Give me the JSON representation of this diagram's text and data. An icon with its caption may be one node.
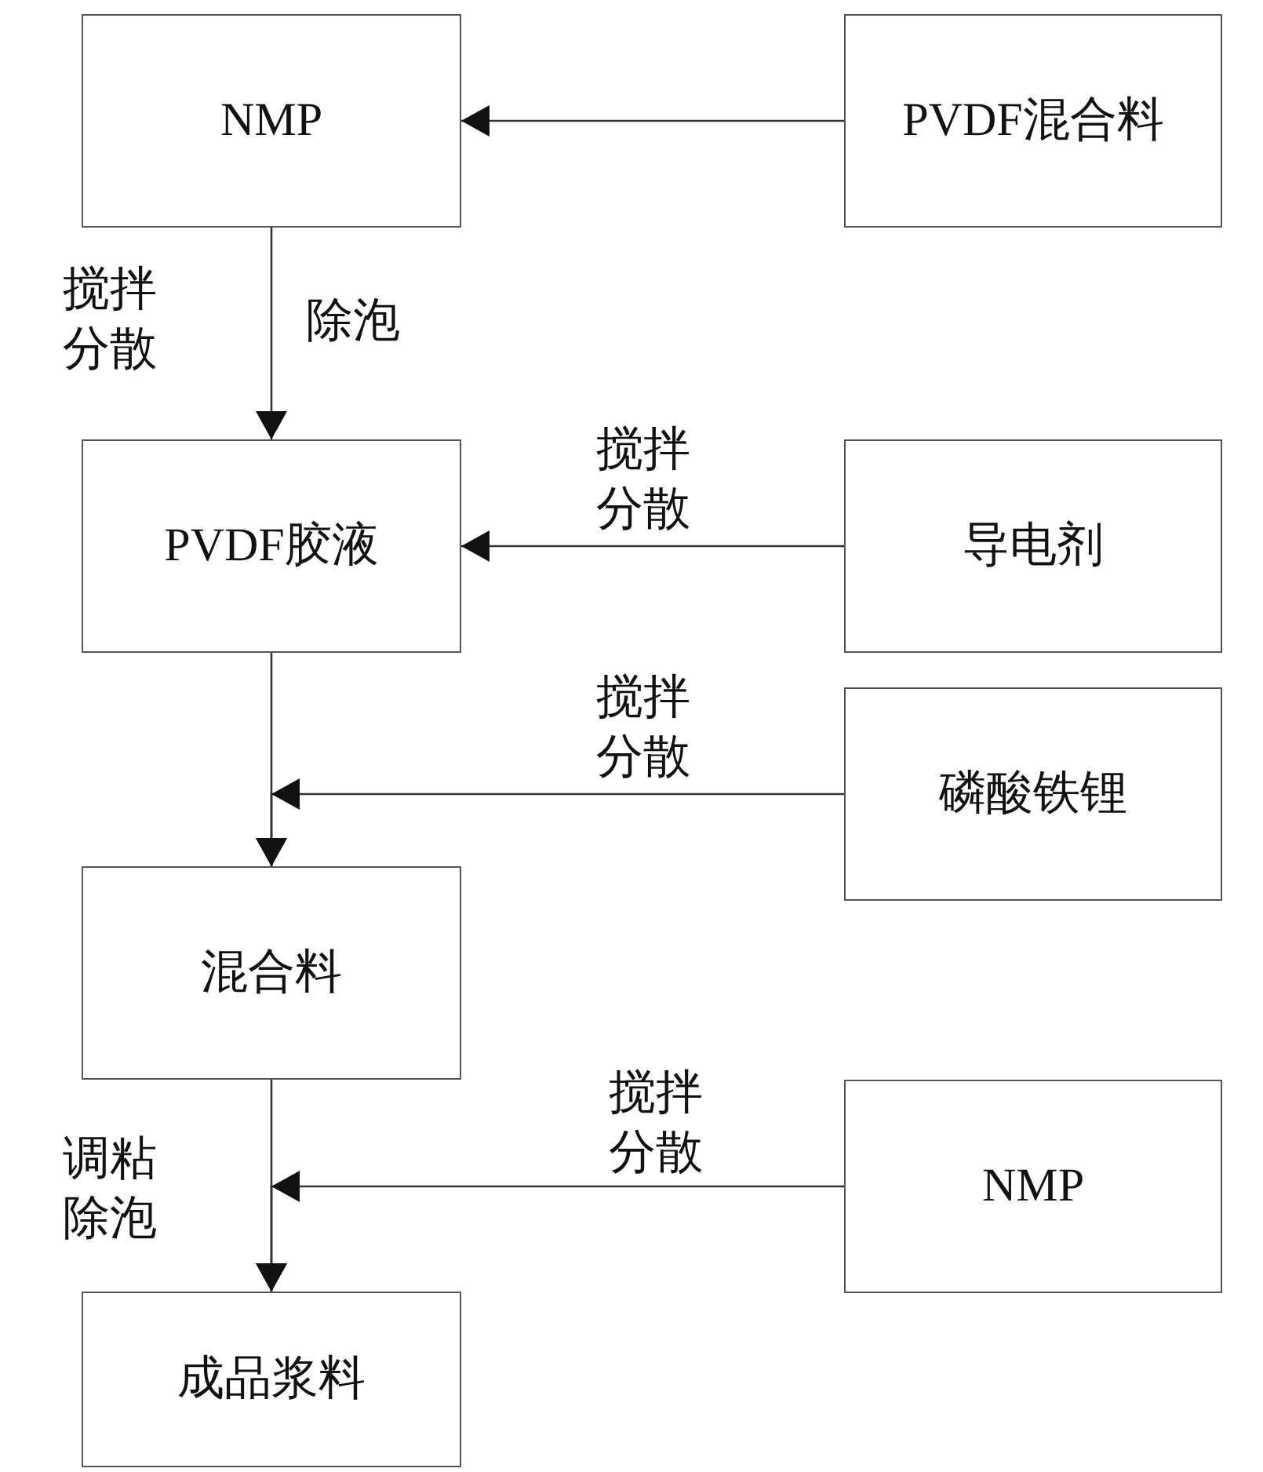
{
  "diagram": {
    "nodes": [
      {
        "text": [
          "NMP"
        ]
      },
      {
        "text": [
          "PVDF混合料"
        ]
      },
      {
        "text": [
          "PVDF胶液"
        ]
      },
      {
        "text": [
          "导电剂"
        ]
      },
      {
        "text": [
          "磷酸铁锂"
        ]
      },
      {
        "text": [
          "混合料"
        ]
      },
      {
        "text": [
          "NMP"
        ]
      },
      {
        "text": [
          "成品浆料"
        ]
      }
    ],
    "edges": [
      {
        "from": 1,
        "to": 0,
        "arrow": "to"
      },
      {
        "from": 0,
        "to": 2,
        "arrow": "to",
        "label": "搅拌分散"
      },
      {
        "from": 3,
        "to": 2,
        "arrow": "to",
        "label": "搅拌分散"
      },
      {
        "from": 2,
        "to": 5,
        "arrow": "to"
      },
      {
        "from": 4,
        "to": 5,
        "arrow": "to",
        "label": "搅拌分散"
      },
      {
        "from": 5,
        "to": 7,
        "arrow": "to",
        "label": "调粘除泡"
      },
      {
        "from": 6,
        "to": 7,
        "arrow": "to",
        "label": "搅拌分散"
      }
    ],
    "labels": [
      "除泡"
    ]
  }
}
